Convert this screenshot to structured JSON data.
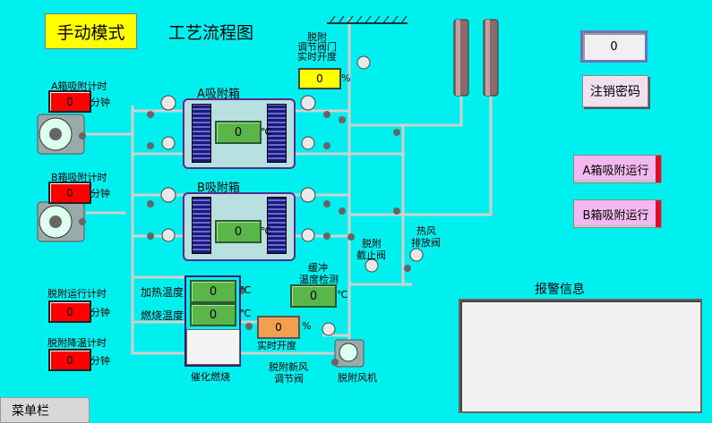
{
  "header": {
    "mode": "手动模式",
    "title": "工艺流程图"
  },
  "timers": {
    "a_label": "A箱吸附计时",
    "a_value": "0",
    "b_label": "B箱吸附计时",
    "b_value": "0",
    "desorb_run_label": "脱附运行计时",
    "desorb_run_value": "0",
    "desorb_cool_label": "脱附降温计时",
    "desorb_cool_value": "0",
    "unit": "分钟"
  },
  "tanks": {
    "a_label": "A吸附箱",
    "a_value": "0",
    "b_label": "B吸附箱",
    "b_value": "0",
    "temp_unit": "℃"
  },
  "desorb_valve": {
    "label": "脱附\n调节阀门\n实时开度",
    "value": "0",
    "unit": "%"
  },
  "heat": {
    "heating_label": "加热温度",
    "heating_value": "0",
    "burn_label": "燃烧温度",
    "burn_value": "0",
    "unit": "℃",
    "catalytic_label": "催化燃烧"
  },
  "buffer": {
    "label_line1": "缓冲",
    "label_line2": "温度检测",
    "value": "0",
    "unit": "℃"
  },
  "fresh_air": {
    "value": "0",
    "unit": "%",
    "opening_label": "实时开度",
    "valve_label_line1": "脱附新风",
    "valve_label_line2": "调节阀"
  },
  "labels": {
    "desorb_shutoff_line1": "脱附",
    "desorb_shutoff_line2": "截止阀",
    "hot_air_line1": "热风",
    "hot_air_line2": "排放阀",
    "desorb_fan": "脱附风机"
  },
  "right_panel": {
    "top_value": "0",
    "logout_label": "注销密码",
    "a_run_label": "A箱吸附运行",
    "b_run_label": "B箱吸附运行",
    "alarm_label": "报警信息"
  },
  "menu": {
    "label": "菜单栏"
  },
  "colors": {
    "background": "#00f0f0",
    "pipe": "#c8c8c8",
    "tank_border": "#5a2a8a",
    "alarm_red": "#ff0000",
    "value_green": "#5bb64a"
  }
}
